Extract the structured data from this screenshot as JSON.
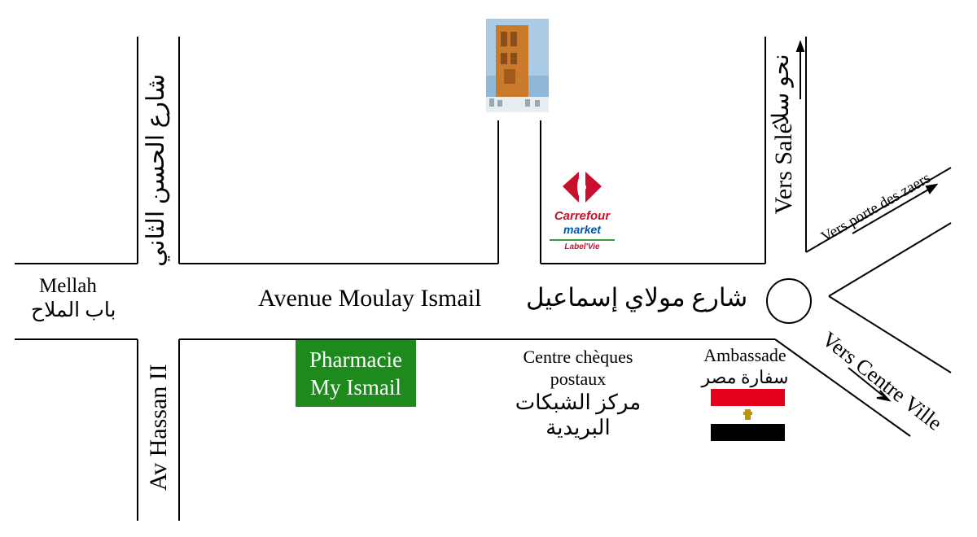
{
  "streets": {
    "main_avenue_fr": "Avenue Moulay Ismail",
    "main_avenue_ar": "شارع مولاي إسماعيل",
    "cross_street_top_ar": "شارع الحسن الثاني",
    "cross_street_bottom_fr": "Av Hassan II",
    "vers_sale_fr": "Vers Salé",
    "vers_sale_ar": "نحو سلا",
    "vers_porte_des_zaers": "Vers porte des zaers",
    "vers_centre_ville": "Vers Centre Ville"
  },
  "places": {
    "mellah_fr": "Mellah",
    "mellah_ar": "باب الملاح",
    "pharmacie_line1": "Pharmacie",
    "pharmacie_line2": "My Ismail",
    "centre_line1": "Centre chèques",
    "centre_line2": "postaux",
    "centre_ar_line1": "مركز الشبكات",
    "centre_ar_line2": "البريدية",
    "ambassade_fr": "Ambassade",
    "ambassade_ar": "سفارة مصر"
  },
  "carrefour": {
    "name": "Carrefour",
    "sub": "market",
    "tagline": "Label'Vie"
  },
  "colors": {
    "pharmacy_green": "#1e8a1e",
    "carrefour_red": "#c8102e",
    "carrefour_blue": "#0055a4",
    "flag_red": "#e4001b",
    "flag_white": "#ffffff",
    "flag_black": "#000000",
    "flag_eagle": "#c09300"
  },
  "icons": {
    "roundabout": "roundabout-icon",
    "arrows": "direction-arrow-icon",
    "photo": "hassan-tower-photo",
    "flag": "egypt-flag-icon",
    "logo": "carrefour-logo"
  }
}
